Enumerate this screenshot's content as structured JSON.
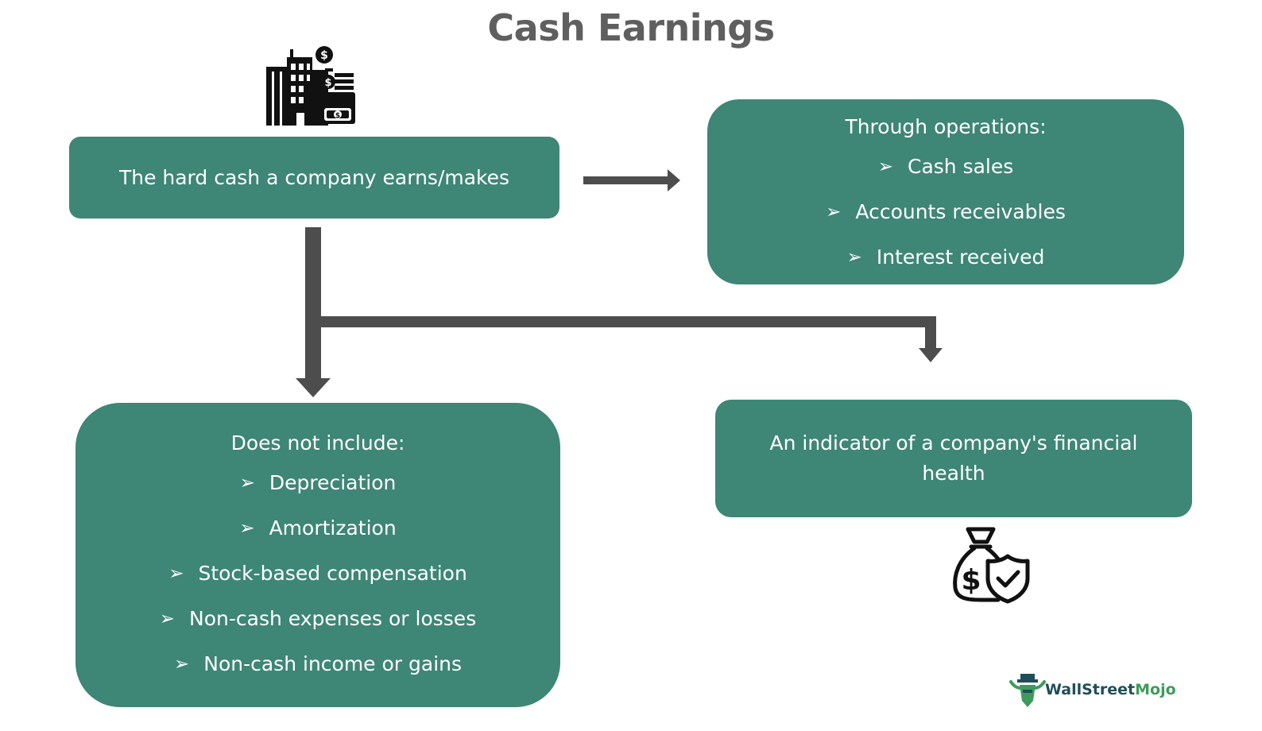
{
  "title": "Cash Earnings",
  "box_definition": {
    "text": "The hard cash a company earns/makes"
  },
  "box_operations": {
    "heading": "Through operations:",
    "items": [
      "Cash sales",
      "Accounts receivables",
      "Interest received"
    ]
  },
  "box_excludes": {
    "heading": "Does not include:",
    "items": [
      "Depreciation",
      "Amortization",
      "Stock-based compensation",
      "Non-cash expenses or losses",
      "Non-cash income or gains"
    ]
  },
  "box_indicator": {
    "text": "An indicator of a company's financial health"
  },
  "bullet_glyph": "➢",
  "colors": {
    "box": "#3e8676",
    "arrow": "#4d4d4d",
    "title": "#5f5f5f"
  },
  "icons": [
    "buildings-money-icon",
    "money-bag-shield-icon",
    "bull-logo-icon"
  ],
  "logo": {
    "brand": "WallStreet",
    "accent": "Mojo"
  }
}
